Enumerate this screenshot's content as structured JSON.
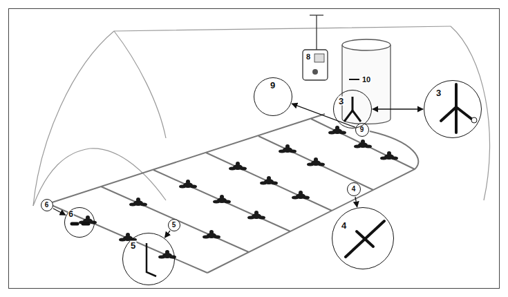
{
  "diagram": {
    "nodes": [
      {
        "text": [
          "9"
        ]
      },
      {
        "text": [
          "9"
        ]
      },
      {
        "text": [
          "3"
        ]
      },
      {
        "text": [
          "3"
        ]
      },
      {
        "text": [
          "6"
        ]
      },
      {
        "text": [
          "6"
        ]
      },
      {
        "text": [
          "5"
        ]
      },
      {
        "text": [
          "5"
        ]
      },
      {
        "text": [
          "4"
        ]
      },
      {
        "text": [
          "4"
        ]
      }
    ],
    "edges": [
      {
        "from": 1,
        "to": 0,
        "arrow": "to"
      },
      {
        "from": 2,
        "to": 3,
        "arrow": "both"
      },
      {
        "from": 4,
        "to": 5,
        "arrow": "to"
      },
      {
        "from": 6,
        "to": 7,
        "arrow": "to"
      },
      {
        "from": 8,
        "to": 9,
        "arrow": "to"
      }
    ],
    "labels": [
      "8",
      "10"
    ]
  }
}
